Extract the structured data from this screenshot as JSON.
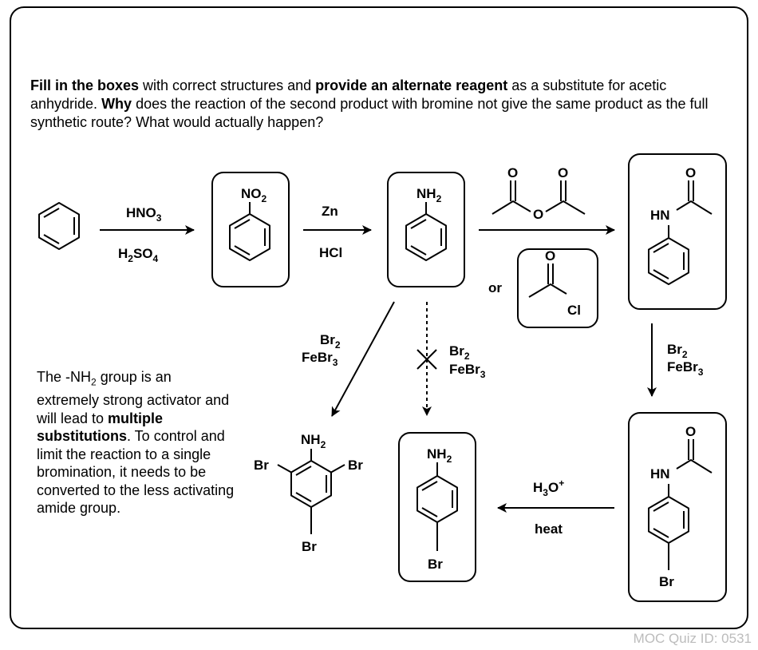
{
  "prompt": {
    "b1": "Fill in the boxes",
    "t1": " with correct structures and ",
    "b2": "provide an alternate reagent",
    "t2": " as a substitute for acetic anhydride. ",
    "b3": "Why",
    "t3": " does the reaction of the second product with bromine not give the same product as the full synthetic route? What would actually happen?"
  },
  "reagents": {
    "nitration_top_main": "HNO",
    "nitration_top_sub": "3",
    "nitration_bottom_main": "H",
    "nitration_bottom_sub1": "2",
    "nitration_bottom_mid": "SO",
    "nitration_bottom_sub2": "4",
    "reduction_top": "Zn",
    "reduction_bottom": "HCl",
    "or_label": "or",
    "bromination_main": "Br",
    "bromination_sub": "2",
    "catalyst_main": "FeBr",
    "catalyst_sub": "3",
    "hydrolysis_main": "H",
    "hydrolysis_sub": "3",
    "hydrolysis_end": "O",
    "hydrolysis_sup": "+",
    "hydrolysis_bottom": "heat"
  },
  "atoms": {
    "nitro_main": "NO",
    "nitro_sub": "2",
    "amino_main": "NH",
    "amino_sub": "2",
    "amide_nh": "HN",
    "oxygen": "O",
    "chlorine": "Cl",
    "bromine": "Br"
  },
  "note": {
    "t1": "The -NH",
    "sub": "2",
    "t2": " group is an extremely strong activator and will lead to ",
    "bold": "multiple substitutions",
    "t3": ". To control and limit the reaction to a single bromination, it needs to be converted to the less activating amide group."
  },
  "quiz_id": "MOC Quiz ID: 0531"
}
